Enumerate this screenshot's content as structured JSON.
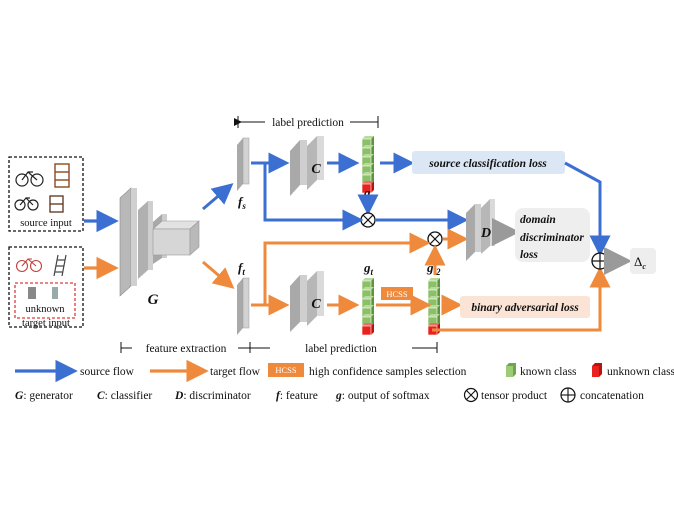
{
  "inputs": {
    "source_label": "source input",
    "target_unknown_label": "unknown",
    "target_label": "target input"
  },
  "modules": {
    "generator": "G",
    "classifier": "C",
    "discriminator": "D",
    "feature_source": "f",
    "feature_source_sub": "s",
    "feature_target": "f",
    "feature_target_sub": "t",
    "softmax_source": "g",
    "softmax_source_sub": "s",
    "softmax_target": "g",
    "softmax_target_sub": "t",
    "softmax_target2": "g",
    "softmax_target2_sub": "t2",
    "hcss": "HCSS",
    "output": "Δ",
    "output_sub": "c"
  },
  "labels": {
    "label_prediction_top": "label prediction",
    "label_prediction_bottom": "label prediction",
    "feature_extraction": "feature extraction",
    "source_classification_loss": "source classification  loss",
    "domain_discriminator_loss_1": "domain",
    "domain_discriminator_loss_2": "discriminator",
    "domain_discriminator_loss_3": "loss",
    "binary_adversarial_loss": "binary adversarial loss"
  },
  "legend": {
    "source_flow": "source flow",
    "target_flow": "target flow",
    "hcss_box": "HCSS",
    "hcss_desc": "high confidence samples selection",
    "known_class": "known class",
    "unknown_class": "unknown class",
    "generator_key": "G",
    "generator_desc": ": generator",
    "classifier_key": "C",
    "classifier_desc": ": classifier",
    "discriminator_key": "D",
    "discriminator_desc": ": discriminator",
    "feature_key": "f",
    "feature_desc": ": feature",
    "softmax_key": "g",
    "softmax_desc": ": output of softmax",
    "tensor_desc": "tensor product",
    "concat_desc": "concatenation"
  },
  "colors": {
    "source": "#3b6fd1",
    "target": "#ef8a3c",
    "known": "#8cc068",
    "unknown": "#e8231f",
    "source_loss_bg": "#dbe7f4",
    "target_loss_bg": "#fbe4d6",
    "domain_loss_bg": "#eeeeee",
    "hcss_bg": "#ef8a3c"
  }
}
